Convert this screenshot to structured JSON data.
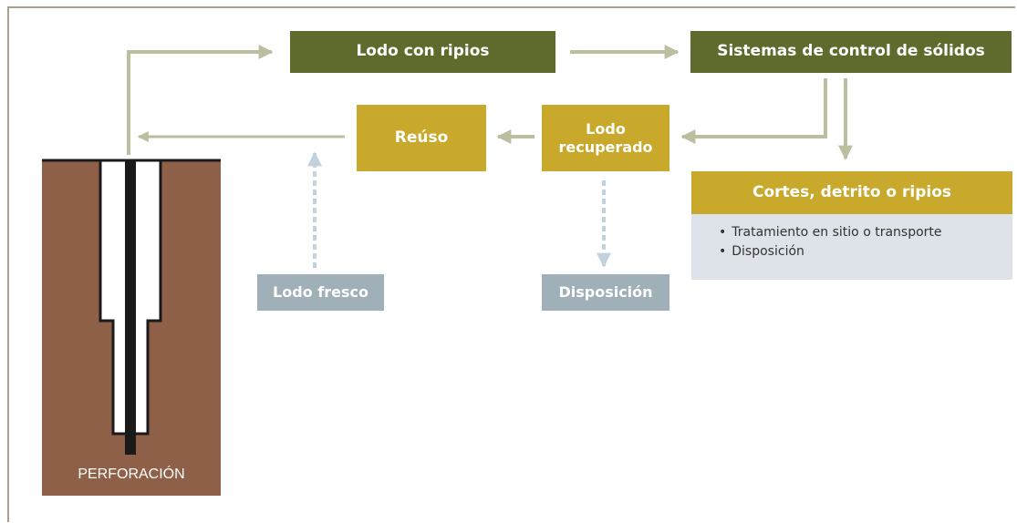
{
  "nodes": {
    "lodo_con_ripios": "Lodo con ripios",
    "sistemas_control": "Sistemas de control de sólidos",
    "reuso": "Reúso",
    "lodo_recuperado_line1": "Lodo",
    "lodo_recuperado_line2": "recuperado",
    "cortes": "Cortes, detrito o ripios",
    "cortes_items": [
      "Tratamiento en sitio o transporte",
      "Disposición"
    ],
    "lodo_fresco": "Lodo fresco",
    "disposicion": "Disposición"
  },
  "well": {
    "label": "PERFORACIÓN"
  },
  "colors": {
    "olive": "#5f6b2d",
    "mustard": "#c8a92c",
    "grey_blue": "#9fb0b9",
    "light_panel": "#dde3e9",
    "soil": "#8f6048",
    "arrow": "#bdbda0",
    "dashed_arrow": "#c2d1dc"
  }
}
